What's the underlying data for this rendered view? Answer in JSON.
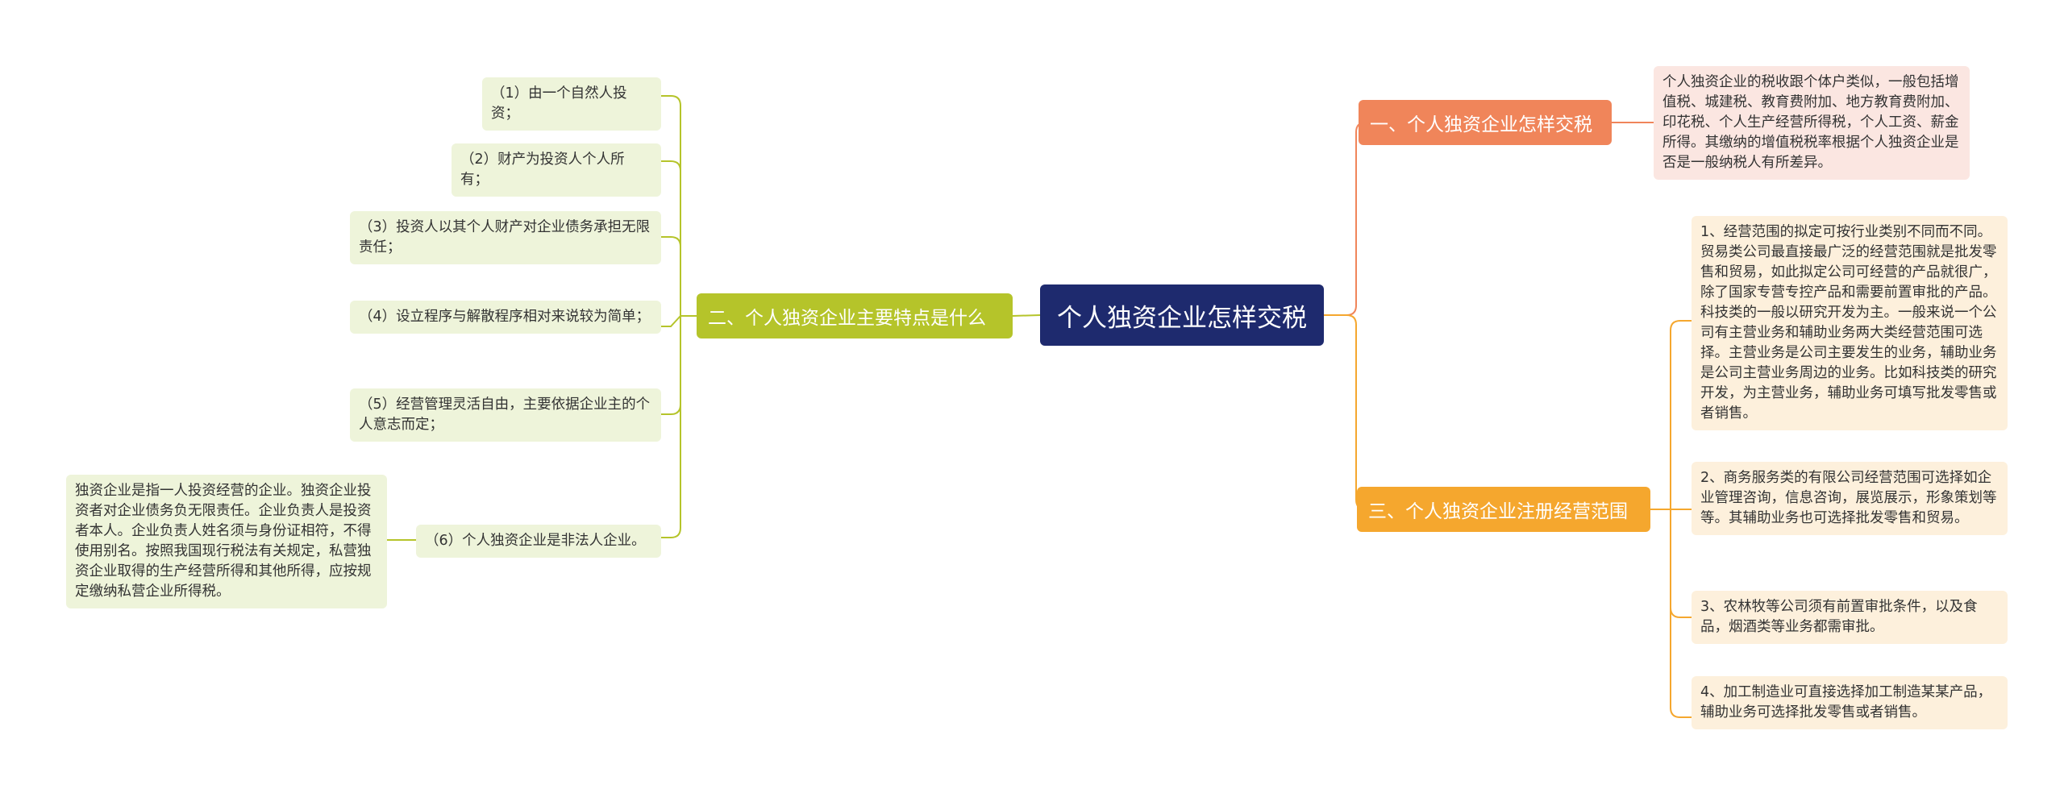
{
  "root": {
    "title": "个人独资企业怎样交税"
  },
  "branch1": {
    "title": "一、个人独资企业怎样交税",
    "text": "个人独资企业的税收跟个体户类似，一般包括增值税、城建税、教育费附加、地方教育费附加、印花税、个人生产经营所得税，个人工资、薪金所得。其缴纳的增值税税率根据个人独资企业是否是一般纳税人有所差异。"
  },
  "branch2": {
    "title": "二、个人独资企业主要特点是什么",
    "items": [
      "（1）由一个自然人投资；",
      "（2）财产为投资人个人所有；",
      "（3）投资人以其个人财产对企业债务承担无限责任；",
      "（4）设立程序与解散程序相对来说较为简单；",
      "（5）经营管理灵活自由，主要依据企业主的个人意志而定；",
      "（6）个人独资企业是非法人企业。"
    ],
    "item6_note": "独资企业是指一人投资经营的企业。独资企业投资者对企业债务负无限责任。企业负责人是投资者本人。企业负责人姓名须与身份证相符，不得使用别名。按照我国现行税法有关规定，私营独资企业取得的生产经营所得和其他所得，应按规定缴纳私营企业所得税。"
  },
  "branch3": {
    "title": "三、个人独资企业注册经营范围",
    "items": [
      "1、经营范围的拟定可按行业类别不同而不同。贸易类公司最直接最广泛的经营范围就是批发零售和贸易，如此拟定公司可经营的产品就很广，除了国家专营专控产品和需要前置审批的产品。科技类的一般以研究开发为主。一般来说一个公司有主营业务和辅助业务两大类经营范围可选择。主营业务是公司主要发生的业务，辅助业务是公司主营业务周边的业务。比如科技类的研究开发，为主营业务，辅助业务可填写批发零售或者销售。",
      "2、商务服务类的有限公司经营范围可选择如企业管理咨询，信息咨询，展览展示，形象策划等等。其辅助业务也可选择批发零售和贸易。",
      "3、农林牧等公司须有前置审批条件，以及食品，烟酒类等业务都需审批。",
      "4、加工制造业可直接选择加工制造某某产品，辅助业务可选择批发零售或者销售。"
    ]
  },
  "colors": {
    "root": "#1e2a6e",
    "branch1": "#f0855a",
    "branch2": "#b5c42a",
    "branch3": "#f5a72e",
    "leaf_green": "#eef4da",
    "leaf_pink": "#fbe6e1",
    "leaf_orange": "#fdf0dc"
  }
}
